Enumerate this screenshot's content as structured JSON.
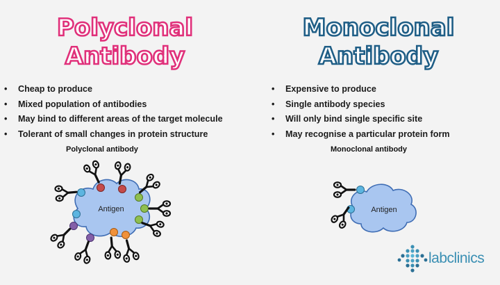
{
  "left": {
    "title_line1": "Polyclonal",
    "title_line2": "Antibody",
    "points": [
      "Cheap to produce",
      "Mixed population of antibodies",
      "May bind to different areas of the target molecule",
      "Tolerant of small changes in protein structure"
    ],
    "caption": "Polyclonal antibody",
    "antigen_label": "Antigen",
    "title_color": "#e0307a"
  },
  "right": {
    "title_line1": "Monoclonal",
    "title_line2": "Antibody",
    "points": [
      "Expensive to produce",
      "Single antibody species",
      "Will only bind single specific site",
      "May recognise a particular protein form"
    ],
    "caption": "Monoclonal antibody",
    "antigen_label": "Antigen",
    "title_color": "#1f5e86"
  },
  "logo": {
    "text": "labclinics",
    "color": "#3a8fb3",
    "icon": "labclinics-dots-icon"
  },
  "colors": {
    "antigen_fill": "#a9c6f0",
    "antigen_stroke": "#3f6db4",
    "epitope_colors": [
      "#5db5e0",
      "#c44b4b",
      "#c44b4b",
      "#8fbf50",
      "#8fbf50",
      "#f0913a",
      "#f0913a",
      "#8460a8",
      "#8460a8",
      "#5db5e0"
    ]
  }
}
